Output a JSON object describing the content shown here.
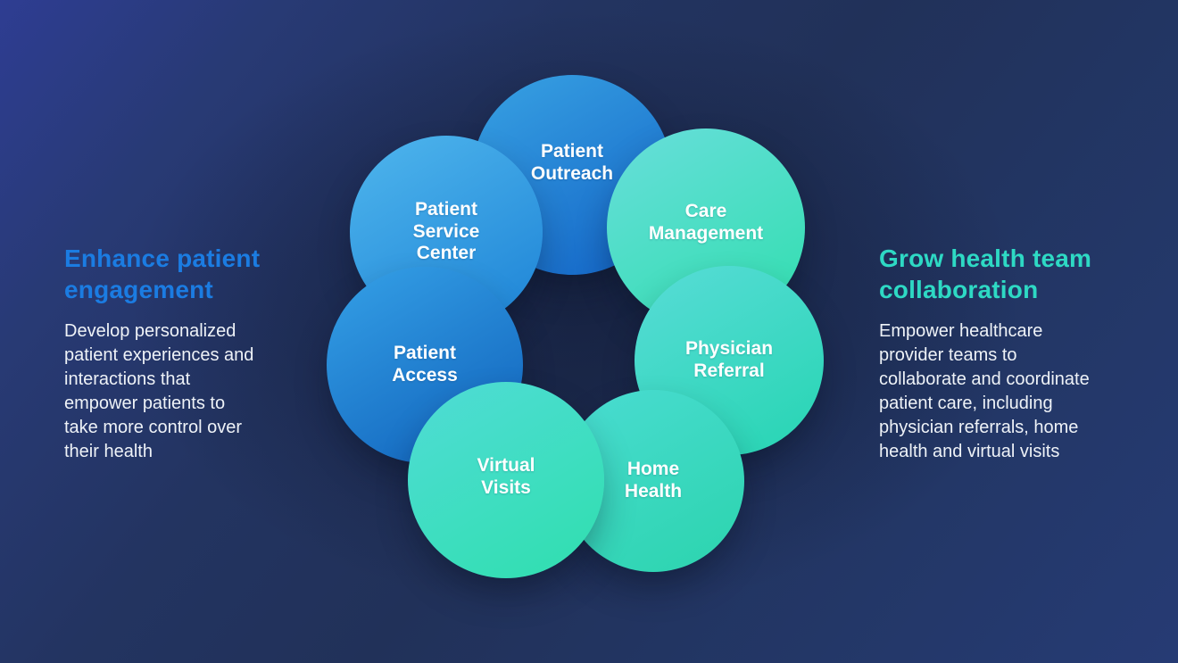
{
  "slide": {
    "background": {
      "corner_glow": "#2e3d92",
      "base": "#233464",
      "center_shade": "#1b2a4d"
    }
  },
  "left_panel": {
    "title": "Enhance patient\nengagement",
    "title_color": "#1b7ce2",
    "body": "Develop personalized\npatient experiences and\ninteractions that\nempower patients to\ntake more control over\ntheir health"
  },
  "right_panel": {
    "title": "Grow health team\ncollaboration",
    "title_color": "#2ed9c4",
    "body": "Empower healthcare\nprovider teams to\ncollaborate and coordinate\npatient care, including\nphysician referrals, home\nhealth and virtual visits"
  },
  "diagram": {
    "circles": [
      {
        "id": "patient-outreach",
        "label": "Patient\nOutreach",
        "color_start": "#38a2e3",
        "color_end": "#1263c6"
      },
      {
        "id": "care-management",
        "label": "Care\nManagement",
        "color_start": "#68dedb",
        "color_end": "#30deae"
      },
      {
        "id": "physician-referral",
        "label": "Physician\nReferral",
        "color_start": "#58dcd7",
        "color_end": "#26d5b2"
      },
      {
        "id": "home-health",
        "label": "Home\nHealth",
        "color_start": "#4adcd2",
        "color_end": "#2bd4ad"
      },
      {
        "id": "patient-service-center",
        "label": "Patient\nService\nCenter",
        "color_start": "#4fb6ed",
        "color_end": "#1d83d6"
      },
      {
        "id": "patient-access",
        "label": "Patient\nAccess",
        "color_start": "#35a1e7",
        "color_end": "#0f60ba"
      },
      {
        "id": "virtual-visits",
        "label": "Virtual\nVisits",
        "color_start": "#50dcd6",
        "color_end": "#2fdfae"
      }
    ]
  }
}
